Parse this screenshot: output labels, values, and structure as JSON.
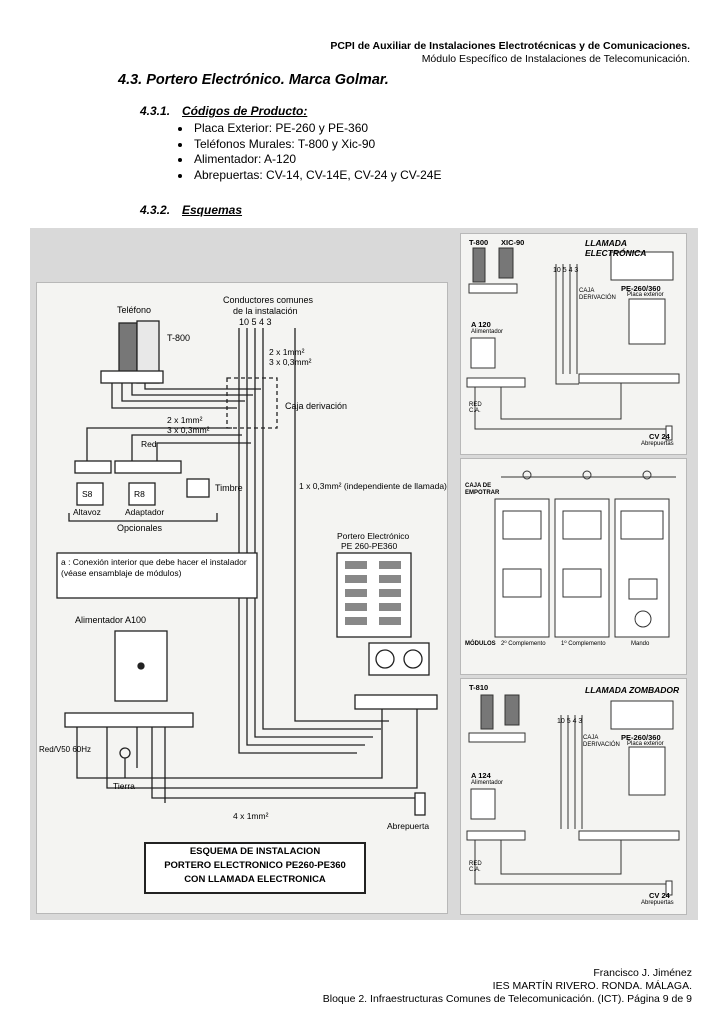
{
  "header": {
    "line1": "PCPI de Auxiliar de Instalaciones Electrotécnicas y de Comunicaciones.",
    "line2": "Módulo Específico de Instalaciones de Telecomunicación."
  },
  "section": {
    "title": "4.3. Portero Electrónico. Marca Golmar.",
    "sub1": {
      "number": "4.3.1.",
      "title": "Códigos de Producto:"
    },
    "products": [
      "Placa Exterior: PE-260 y PE-360",
      "Teléfonos Murales: T-800 y Xic-90",
      "Alimentador: A-120",
      "Abrepuertas: CV-14, CV-14E, CV-24 y CV-24E"
    ],
    "sub2": {
      "number": "4.3.2.",
      "title": "Esquemas"
    }
  },
  "main_scheme": {
    "telefono": "Teléfono",
    "t800": "T-800",
    "conductores": "Conductores comunes",
    "de_la": "de la instalación",
    "terminals_top": "10 5 4 3",
    "cable1": "2 x 1mm²",
    "cable2": "3 x 0,3mm²",
    "cable3": "2 x 1mm²",
    "cable4": "3 x 0,3mm²",
    "caja": "Caja derivación",
    "red": "Red",
    "timbre": "Timbre",
    "cable_indep": "1 x 0,3mm² (independiente de llamada)",
    "s8": "S8",
    "r8": "R8",
    "altavoz": "Altavoz",
    "adaptador": "Adaptador",
    "opcionales": "Opcionales",
    "nota_a": "a : Conexión interior que debe hacer el instalador (véase ensamblaje de módulos)",
    "alimentador": "Alimentador A100",
    "portero1": "Portero Electrónico",
    "portero2": "PE 260-PE360",
    "red_v": "Red/V50 60Hz",
    "tierra": "Tierra",
    "cable5": "4 x 1mm²",
    "abrepuerta": "Abrepuerta",
    "box1": "ESQUEMA DE INSTALACION",
    "box2": "PORTERO ELECTRONICO PE260-PE360",
    "box3": "CON LLAMADA ELECTRONICA"
  },
  "right1": {
    "t800": "T-800",
    "xic": "XIC-90",
    "llamada": "LLAMADA ELECTRÓNICA",
    "terminals": "10 5 4 3",
    "caja": "CAJA DERIVACIÓN",
    "pe": "PE-260/360",
    "placa": "Placa exterior",
    "a120": "A 120",
    "alim": "Alimentador",
    "red": "RED C.A.",
    "cv24": "CV 24",
    "abrepuertas": "Abrepuertas"
  },
  "right2": {
    "caja": "CAJA DE EMPOTRAR",
    "modulos": "MÓDULOS",
    "c2": "2º Complemento",
    "c1": "1º Complemento",
    "mando": "Mando"
  },
  "right3": {
    "t810": "T-810",
    "llamada": "LLAMADA ZOMBADOR",
    "terminals": "10 5 4 3",
    "caja": "CAJA DERIVACIÓN",
    "pe": "PE-260/360",
    "placa": "Placa exterior",
    "a124": "A 124",
    "alim": "Alimentador",
    "red": "RED C.A.",
    "cv24": "CV 24",
    "abrepuertas": "Abrepuertas"
  },
  "footer": {
    "line1": "Francisco J. Jiménez",
    "line2": "IES MARTÍN RIVERO. RONDA. MÁLAGA.",
    "line3": "Bloque 2. Infraestructuras Comunes de Telecomunicación. (ICT). Página 9 de 9"
  }
}
